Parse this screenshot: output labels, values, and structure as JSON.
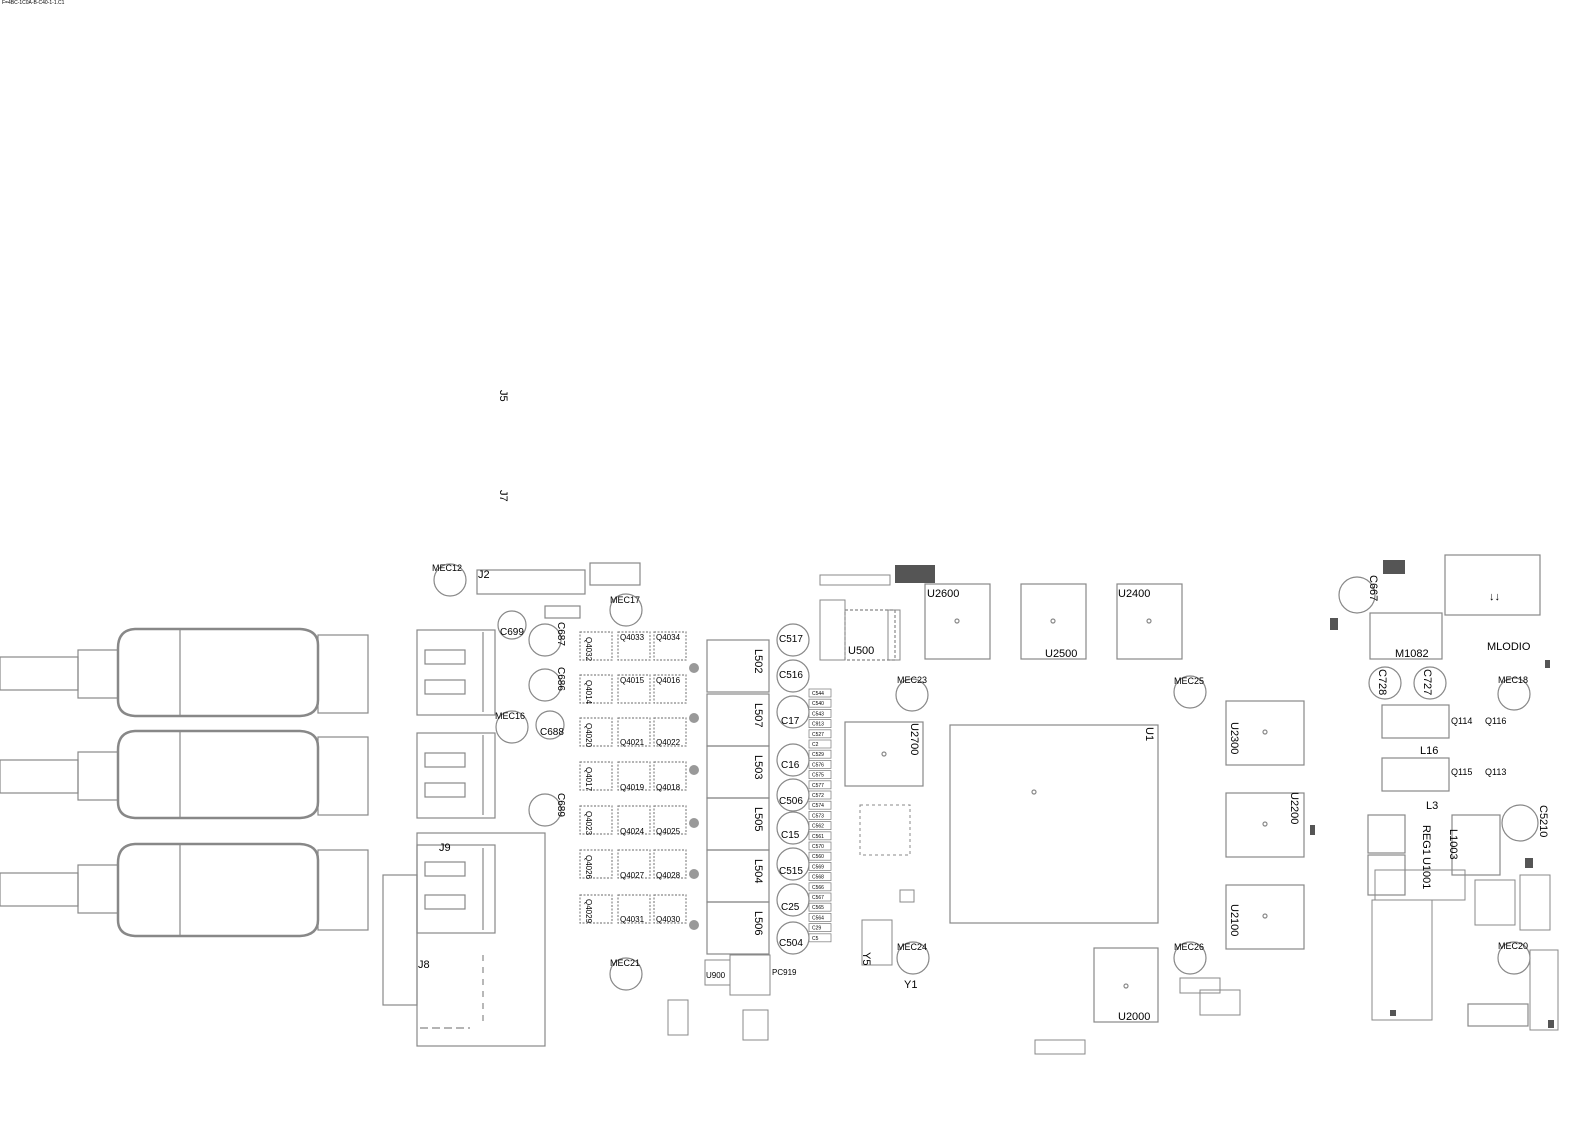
{
  "header": {
    "corner_text": "F=4BC-1C0A-B-C40-1-1.C1"
  },
  "colors": {
    "outline": "#888888",
    "dark": "#555555",
    "text": "#000000",
    "background": "#ffffff",
    "fill_dark": "#333333"
  },
  "labels": {
    "j5": "J5",
    "j7": "J7",
    "j2": "J2",
    "j9": "J9",
    "j8": "J8",
    "mec12": "MEC12",
    "mec17": "MEC17",
    "mec16": "MEC16",
    "mec21": "MEC21",
    "mec23": "MEC23",
    "mec24": "MEC24",
    "mec25": "MEC25",
    "mec26": "MEC26",
    "mec18": "MEC18",
    "mec20": "MEC20",
    "c699": "C699",
    "c687": "C687",
    "c686": "C686",
    "c688": "C688",
    "c689": "C689",
    "q4032": "Q4032",
    "q4033": "Q4033",
    "q4034": "Q4034",
    "q4014": "Q4014",
    "q4015": "Q4015",
    "q4016": "Q4016",
    "q4020": "Q4020",
    "q4021": "Q4021",
    "q4022": "Q4022",
    "q4017": "Q4017",
    "q4019": "Q4019",
    "q4018": "Q4018",
    "q4023": "Q4023",
    "q4024": "Q4024",
    "q4025": "Q4025",
    "q4026": "Q4026",
    "q4027": "Q4027",
    "q4028": "Q4028",
    "q4029": "Q4029",
    "q4031": "Q4031",
    "q4030": "Q4030",
    "l502": "L502",
    "l507": "L507",
    "l503": "L503",
    "l505": "L505",
    "l504": "L504",
    "l506": "L506",
    "c517": "C517",
    "c516": "C516",
    "c17": "C17",
    "c16": "C16",
    "c506": "C506",
    "c15": "C15",
    "c515": "C515",
    "c25": "C25",
    "c504": "C504",
    "u500": "U500",
    "u2600": "U2600",
    "u2500": "U2500",
    "u2400": "U2400",
    "u2700": "U2700",
    "u1": "U1",
    "u2300": "U2300",
    "u2200": "U2200",
    "u2100": "U2100",
    "u2000": "U2000",
    "y5": "Y5",
    "y1": "Y1",
    "u900": "U900",
    "pc919": "PC919",
    "c667": "C667",
    "c728": "C728",
    "c727": "C727",
    "m1082": "M1082",
    "q114": "Q114",
    "q116": "Q116",
    "l16": "L16",
    "q115": "Q115",
    "q113": "Q113",
    "l3": "L3",
    "reg1": "REG1",
    "u1001": "U1001",
    "c5210": "C5210",
    "l1003": "L1003",
    "mlod": "MLODIO",
    "arrows": "↓↓"
  },
  "small_labels": [
    "C544",
    "C540",
    "C543",
    "C913",
    "C527",
    "C2",
    "C529",
    "C576",
    "C575",
    "C577",
    "C572",
    "C574",
    "C573",
    "C562",
    "C561",
    "C570",
    "C560",
    "C569",
    "C568",
    "C566",
    "C567",
    "C565",
    "C564",
    "C29",
    "C5"
  ]
}
